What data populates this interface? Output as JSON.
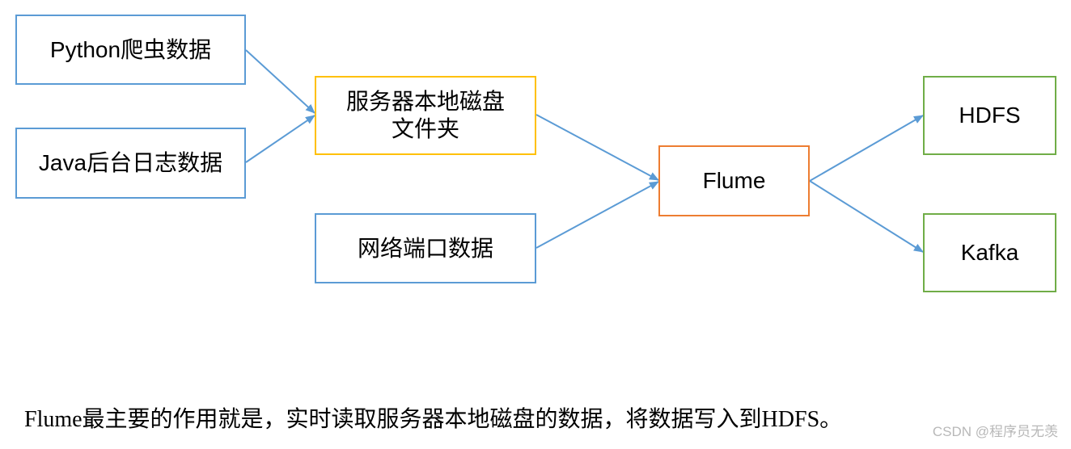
{
  "nodes": {
    "python": {
      "line1": "Python爬虫数据",
      "border": "#5B9BD5"
    },
    "java": {
      "line1": "Java后台日志数据",
      "border": "#5B9BD5"
    },
    "disk": {
      "line1": "服务器本地磁盘",
      "line2": "文件夹",
      "border": "#FFC000"
    },
    "net": {
      "line1": "网络端口数据",
      "border": "#5B9BD5"
    },
    "flume": {
      "line1": "Flume",
      "border": "#ED7D31"
    },
    "hdfs": {
      "line1": "HDFS",
      "border": "#70AD47"
    },
    "kafka": {
      "line1": "Kafka",
      "border": "#70AD47"
    }
  },
  "edges": [
    {
      "from": "python",
      "to": "disk"
    },
    {
      "from": "java",
      "to": "disk"
    },
    {
      "from": "disk",
      "to": "flume"
    },
    {
      "from": "net",
      "to": "flume"
    },
    {
      "from": "flume",
      "to": "hdfs"
    },
    {
      "from": "flume",
      "to": "kafka"
    }
  ],
  "edge_color": "#5B9BD5",
  "caption": "Flume最主要的作用就是，实时读取服务器本地磁盘的数据，将数据写入到HDFS。",
  "watermark": "CSDN @程序员无羡"
}
